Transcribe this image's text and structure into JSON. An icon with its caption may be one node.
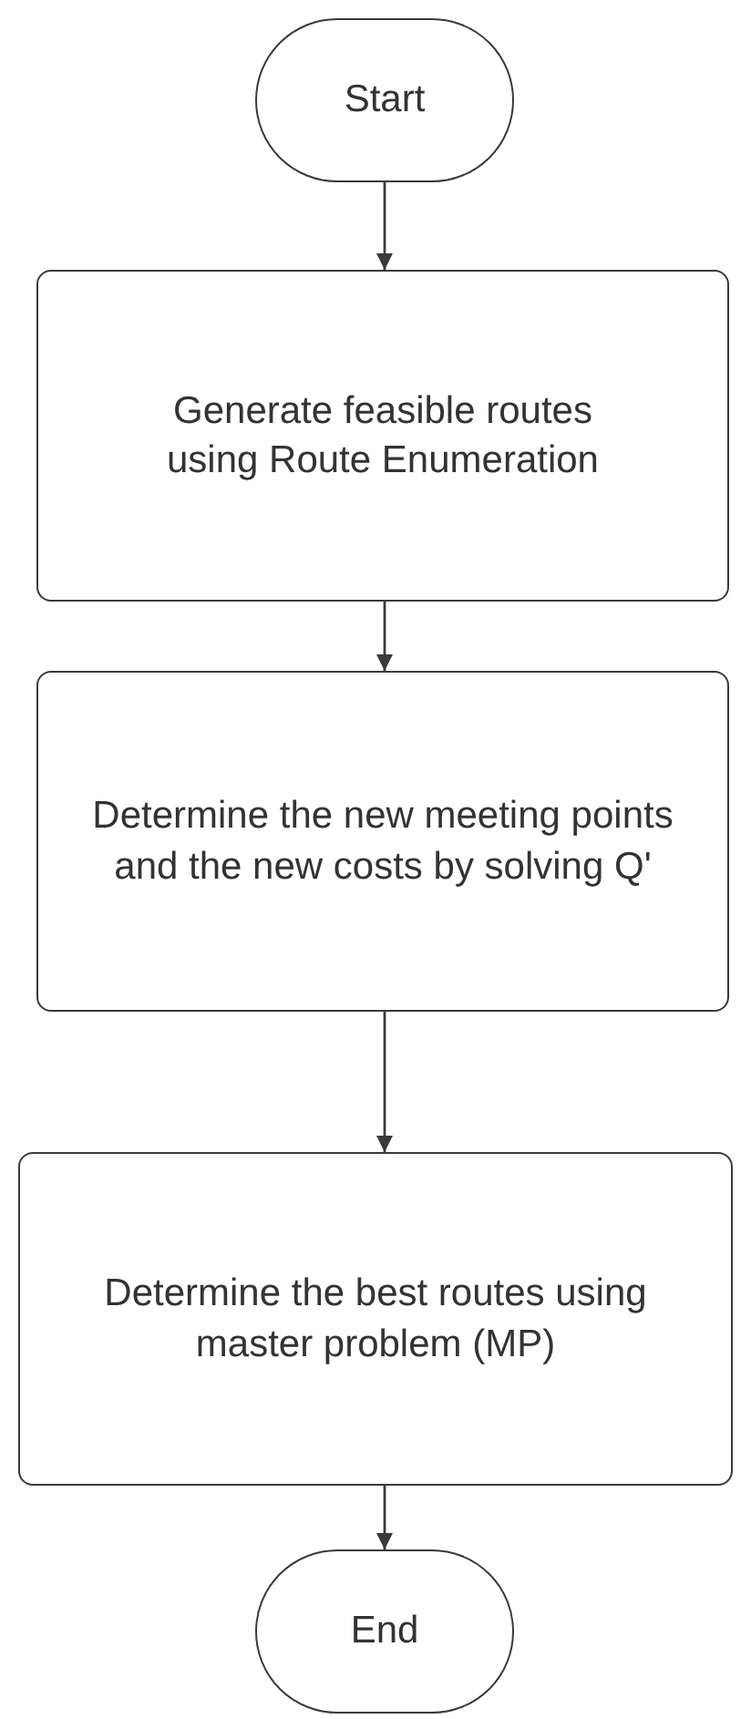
{
  "diagram": {
    "nodes": [
      {
        "text": [
          "Start"
        ]
      },
      {
        "text": [
          "Generate feasible routes using Route Enumeration"
        ]
      },
      {
        "text": [
          "Determine the new meeting points and the new costs by solving Q'"
        ]
      },
      {
        "text": [
          "Determine the best routes using master problem (MP)"
        ]
      },
      {
        "text": [
          "End"
        ]
      }
    ],
    "edges": [
      {
        "from": 0,
        "to": 1,
        "arrow": "to"
      },
      {
        "from": 1,
        "to": 2,
        "arrow": "to"
      },
      {
        "from": 2,
        "to": 3,
        "arrow": "to"
      },
      {
        "from": 3,
        "to": 4,
        "arrow": "to"
      }
    ]
  }
}
